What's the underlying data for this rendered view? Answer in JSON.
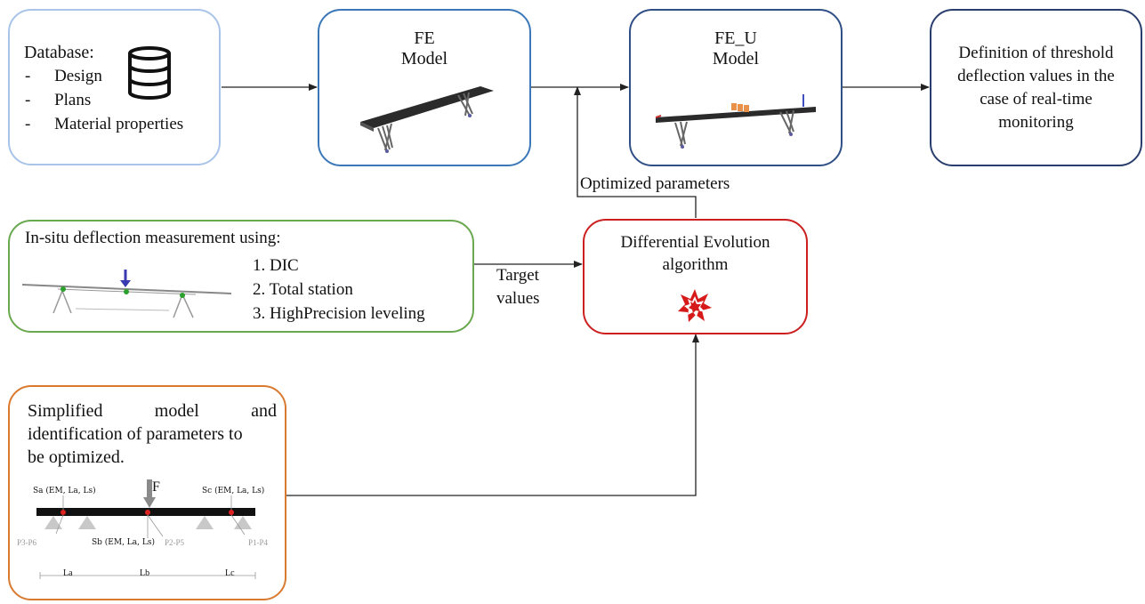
{
  "colors": {
    "database_border": "#a9c4e8",
    "fe_border": "#3c78b9",
    "feu_border": "#2f4f86",
    "threshold_border": "#2a3e6e",
    "insitu_border": "#6aa84f",
    "de_border": "#cc1f1f",
    "simplified_border": "#d97a30",
    "arrow": "#222222"
  },
  "database": {
    "title": "Database:",
    "items": [
      "Design",
      "Plans",
      "Material properties"
    ],
    "bullet": "-",
    "icon": "database-icon"
  },
  "fe_model": {
    "line1": "FE",
    "line2": "Model"
  },
  "feu_model": {
    "line1": "FE_U",
    "line2": "Model"
  },
  "threshold": {
    "lines": [
      "Definition of threshold",
      "deflection values in the",
      "case of real-time",
      "monitoring"
    ]
  },
  "insitu": {
    "title": "In-situ deflection measurement using:",
    "methods": [
      "1. DIC",
      "2. Total station",
      "3. HighPrecision leveling"
    ]
  },
  "target_values": {
    "line1": "Target",
    "line2": "values"
  },
  "optimized_parameters": "Optimized parameters",
  "differential_evolution": {
    "line1": "Differential Evolution",
    "line2": "algorithm",
    "icon": "wolfram-spikey-icon"
  },
  "simplified": {
    "line1_words": [
      "Simplified",
      "model",
      "and"
    ],
    "line2": "identification of parameters to",
    "line3": "be optimized.",
    "force_label": "F",
    "springs": [
      "Sa (EM, La, Ls)",
      "Sb (EM, La, Ls)",
      "Sc (EM, La, Ls)"
    ],
    "supports": [
      "P3-P6",
      "P2-P5",
      "P1-P4"
    ],
    "spans": [
      "La",
      "Lb",
      "Lc"
    ]
  }
}
